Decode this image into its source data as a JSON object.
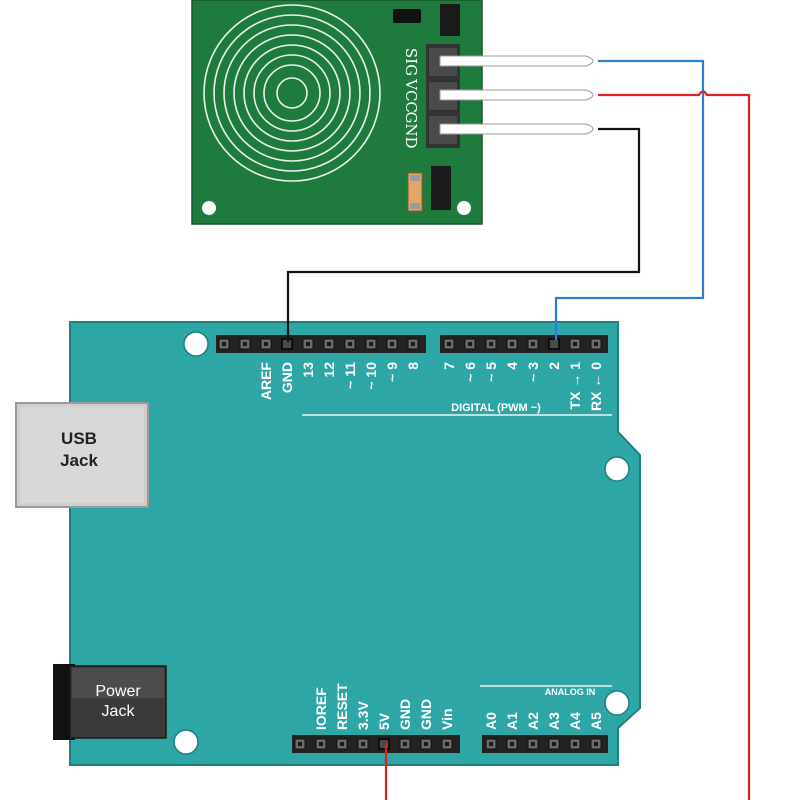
{
  "colors": {
    "board": "#2fa6a6",
    "board_edge": "#1f7f80",
    "sensor_pcb": "#1f7a3e",
    "wire_signal": "#2a7fd4",
    "wire_power": "#e02020",
    "wire_ground": "#111111"
  },
  "sensor": {
    "pins": [
      "SIG",
      "VCC",
      "GND"
    ]
  },
  "usb": {
    "line1": "USB",
    "line2": "Jack"
  },
  "power": {
    "line1": "Power",
    "line2": "Jack"
  },
  "top_left_pins": [
    "AREF",
    "GND",
    "13",
    "12",
    "~ 11",
    "~ 10",
    "~ 9",
    "8"
  ],
  "top_right_pins": [
    "7",
    "~ 6",
    "~ 5",
    "4",
    "~ 3",
    "2",
    "TX → 1",
    "RX ← 0"
  ],
  "digital_label": "DIGITAL  (PWM ~)",
  "power_pins": [
    "IOREF",
    "RESET",
    "3.3V",
    "5V",
    "GND",
    "GND",
    "Vin"
  ],
  "analog_label": "ANALOG IN",
  "analog_pins": [
    "A0",
    "A1",
    "A2",
    "A3",
    "A4",
    "A5"
  ]
}
